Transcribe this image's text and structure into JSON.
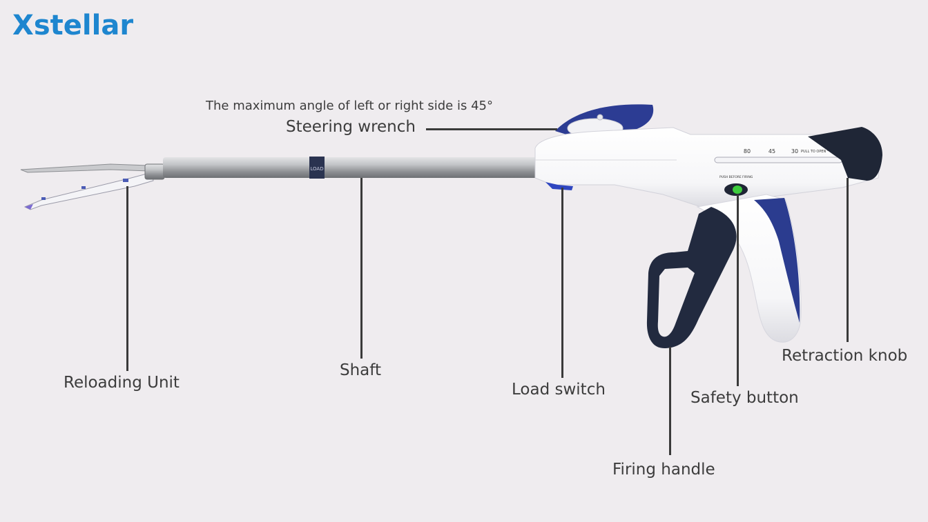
{
  "brand": {
    "name": "Xstellar",
    "color": "#1e86cf"
  },
  "note": "The maximum angle of left or right side is 45°",
  "labels": {
    "steering_wrench": "Steering wrench",
    "reloading_unit": "Reloading Unit",
    "shaft": "Shaft",
    "load_switch": "Load switch",
    "safety_button": "Safety button",
    "retraction_knob": "Retraction knob",
    "firing_handle": "Firing handle"
  },
  "device_markings": {
    "shaft_band": "LOAD",
    "scale_80": "80",
    "scale_45": "45",
    "scale_30": "30",
    "pull_to_open": "PULL TO OPEN",
    "push_before_firing": "PUSH BEFORE FIRING"
  },
  "colors": {
    "background": "#efecef",
    "device_body": "#ffffff",
    "accent_blue": "#2b3c8f",
    "handle_dark": "#222a3f",
    "shaft_metal": "#a9abae",
    "safety_green": "#3dcc3d"
  }
}
